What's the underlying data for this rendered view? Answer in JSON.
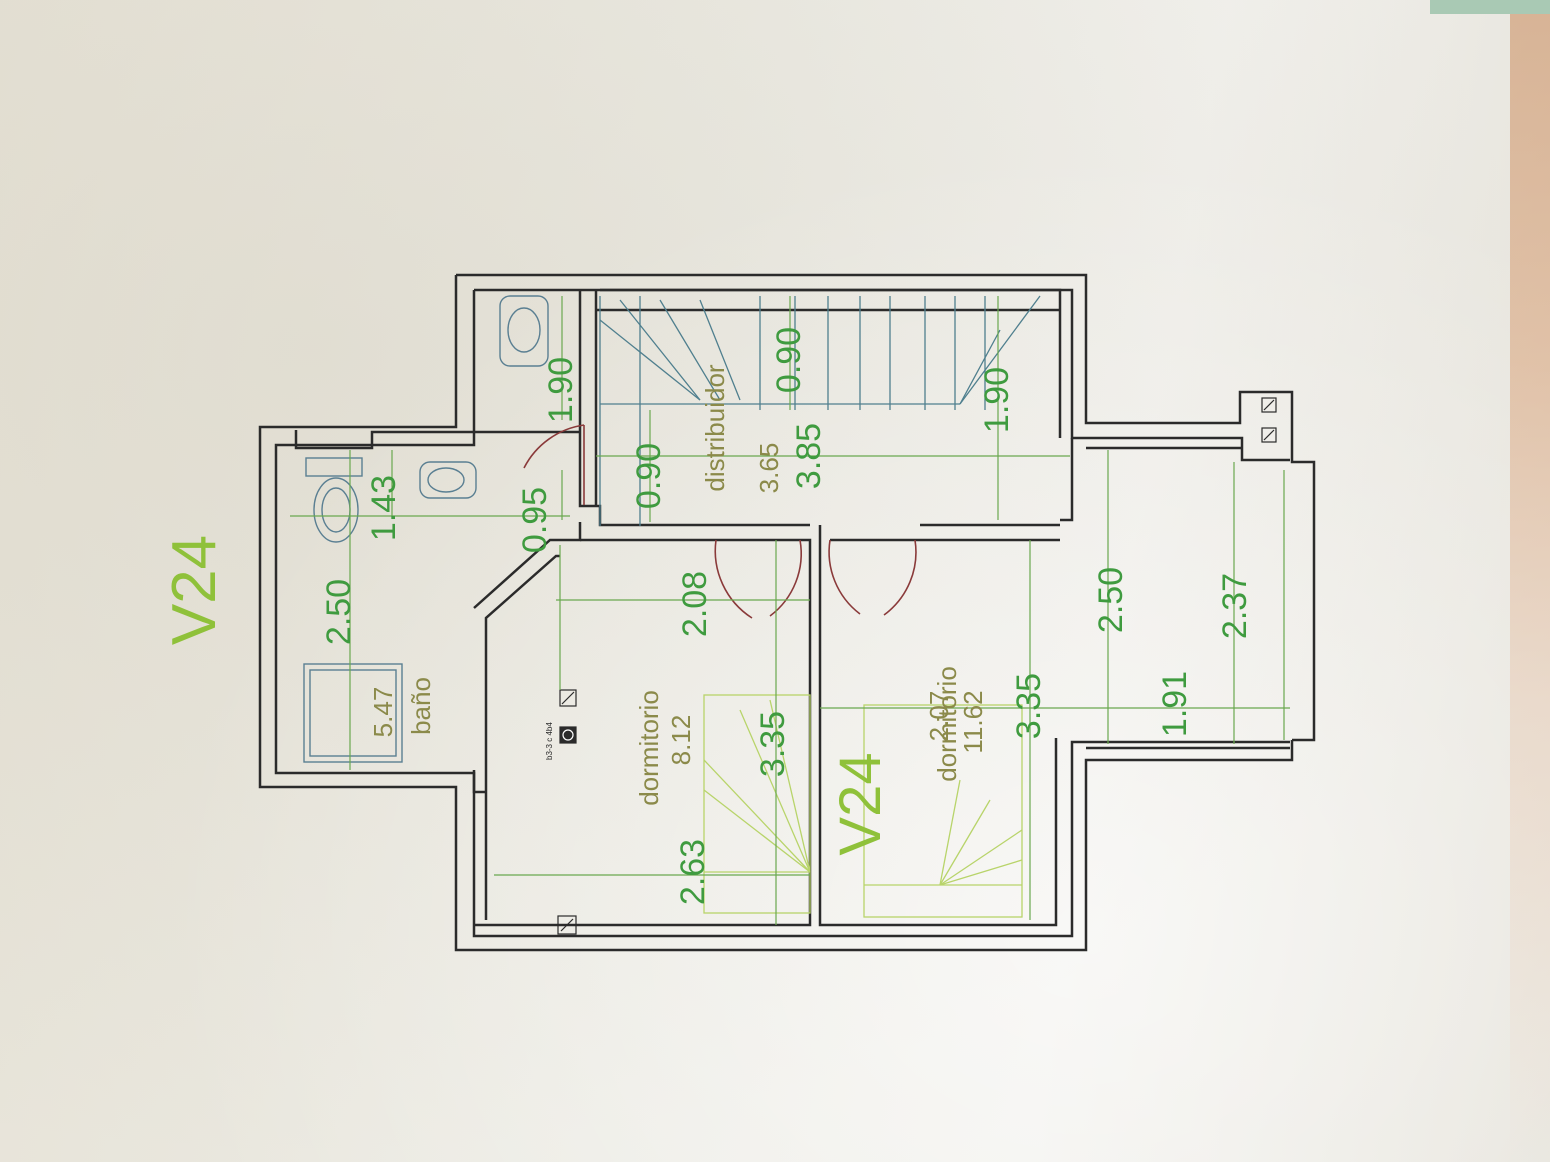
{
  "plan": {
    "title_main": "V24",
    "title_overlay": "V24",
    "rooms": {
      "bano": {
        "name": "baño",
        "area": "5.47"
      },
      "dormitorio1": {
        "name": "dormitorio",
        "area": "8.12"
      },
      "distribuidor": {
        "name": "distribuidor",
        "area": "3.65"
      },
      "dormitorio2": {
        "name": "dormitorio",
        "area": "11.62",
        "overlap": "2.07"
      }
    },
    "dimensions": {
      "d_250_bath": "2.50",
      "d_143": "1.43",
      "d_190_top": "1.90",
      "d_095": "0.95",
      "d_090_left": "0.90",
      "d_090_stair": "0.90",
      "d_385": "3.85",
      "d_190_right": "1.90",
      "d_208": "2.08",
      "d_335_left": "3.35",
      "d_263": "2.63",
      "d_335_right": "3.35",
      "d_250_right": "2.50",
      "d_191": "1.91",
      "d_237": "2.37"
    },
    "small_label": "b3-3 c 4b4",
    "colors": {
      "wall": "#2b2b2b",
      "dimension": "#3f9b3f",
      "room_text": "#8b8a4a",
      "title": "#8fc13a",
      "door": "#8a3a3a",
      "fixture": "#5a7f92"
    }
  }
}
